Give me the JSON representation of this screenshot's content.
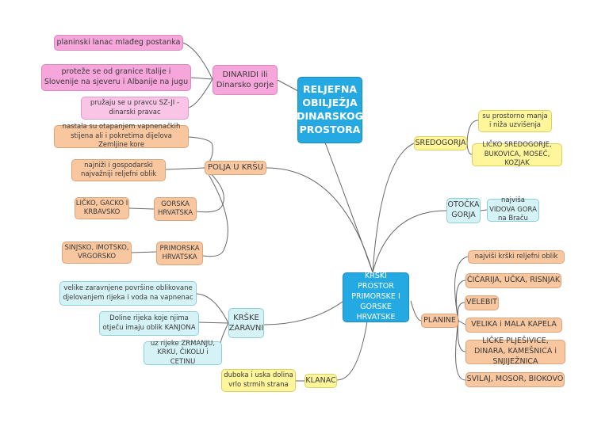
{
  "root": {
    "label": "RELJEFNA OBILJEŽJA DINARSKOG PROSTORA"
  },
  "center": {
    "label": "KRŠKI PROSTOR PRIMORSKE I GORSKE HRVATSKE"
  },
  "dinaridi": {
    "label": "DINARIDI ili Dinarsko gorje",
    "items": [
      "planinski lanac mlađeg postanka",
      "proteže se od granice Italije i Slovenije na sjeveru i Albanije na jugu",
      "pružaju se u pravcu SZ-JI - dinarski pravac"
    ]
  },
  "polja": {
    "label": "POLJA U KRŠU",
    "items": [
      "nastala su otapanjem vapnenačkih stijena ali i pokretima dijelova Zemljine kore",
      "najniži i gospodarski najvažniji reljefni oblik"
    ],
    "gorska": {
      "label": "GORSKA HRVATSKA",
      "examples": "LIČKO, GACKO I KRBAVSKO"
    },
    "primorska": {
      "label": "PRIMORSKA HRVATSKA",
      "examples": "SINJSKO, IMOTSKO, VRGORSKO"
    }
  },
  "zaravni": {
    "label": "KRŠKE ZARAVNI",
    "items": [
      "velike zaravnjene površine oblikovane djelovanjem rijeka i voda na vapnenac",
      "Doline rijeka koje njima otječu imaju oblik KANJONA",
      "uz rijeke ZRMANJU, KRKU, ČIKOLU i CETINU"
    ]
  },
  "klanac": {
    "label": "KLANAC",
    "description": "duboka i uska dolina vrlo strmih strana"
  },
  "sredogorja": {
    "label": "SREDOGORJA",
    "items": [
      "su prostorno manja i niža uzvišenja",
      "LIČKO SREDOGORJE, BUKOVICA, MOSEĆ, KOZJAK"
    ]
  },
  "otocka": {
    "label": "OTOČKA GORJA",
    "description": "najviša VIDOVA GORA na Braču"
  },
  "planine": {
    "label": "PLANINE",
    "items": [
      "najviši krški reljefni oblik",
      "ĆIĆARIJA, UČKA, RISNJAK",
      "VELEBIT",
      "VELIKA i MALA KAPELA",
      "LIČKE PLJEŠIVICE, DINARA, KAMEŠNICA i SNJIJEŽNICA",
      "SVILAJ, MOSOR, BIOKOVO"
    ]
  },
  "colors": {
    "root": "#25a9e2",
    "dinaridi": "#f6a6da",
    "polja": "#f8c69f",
    "zaravni": "#d5f3f6",
    "klanac": "#fff59b",
    "sredogorja": "#fff59b",
    "otocka": "#d5f3f6",
    "planine": "#f8c69f",
    "connector": "#666666"
  }
}
